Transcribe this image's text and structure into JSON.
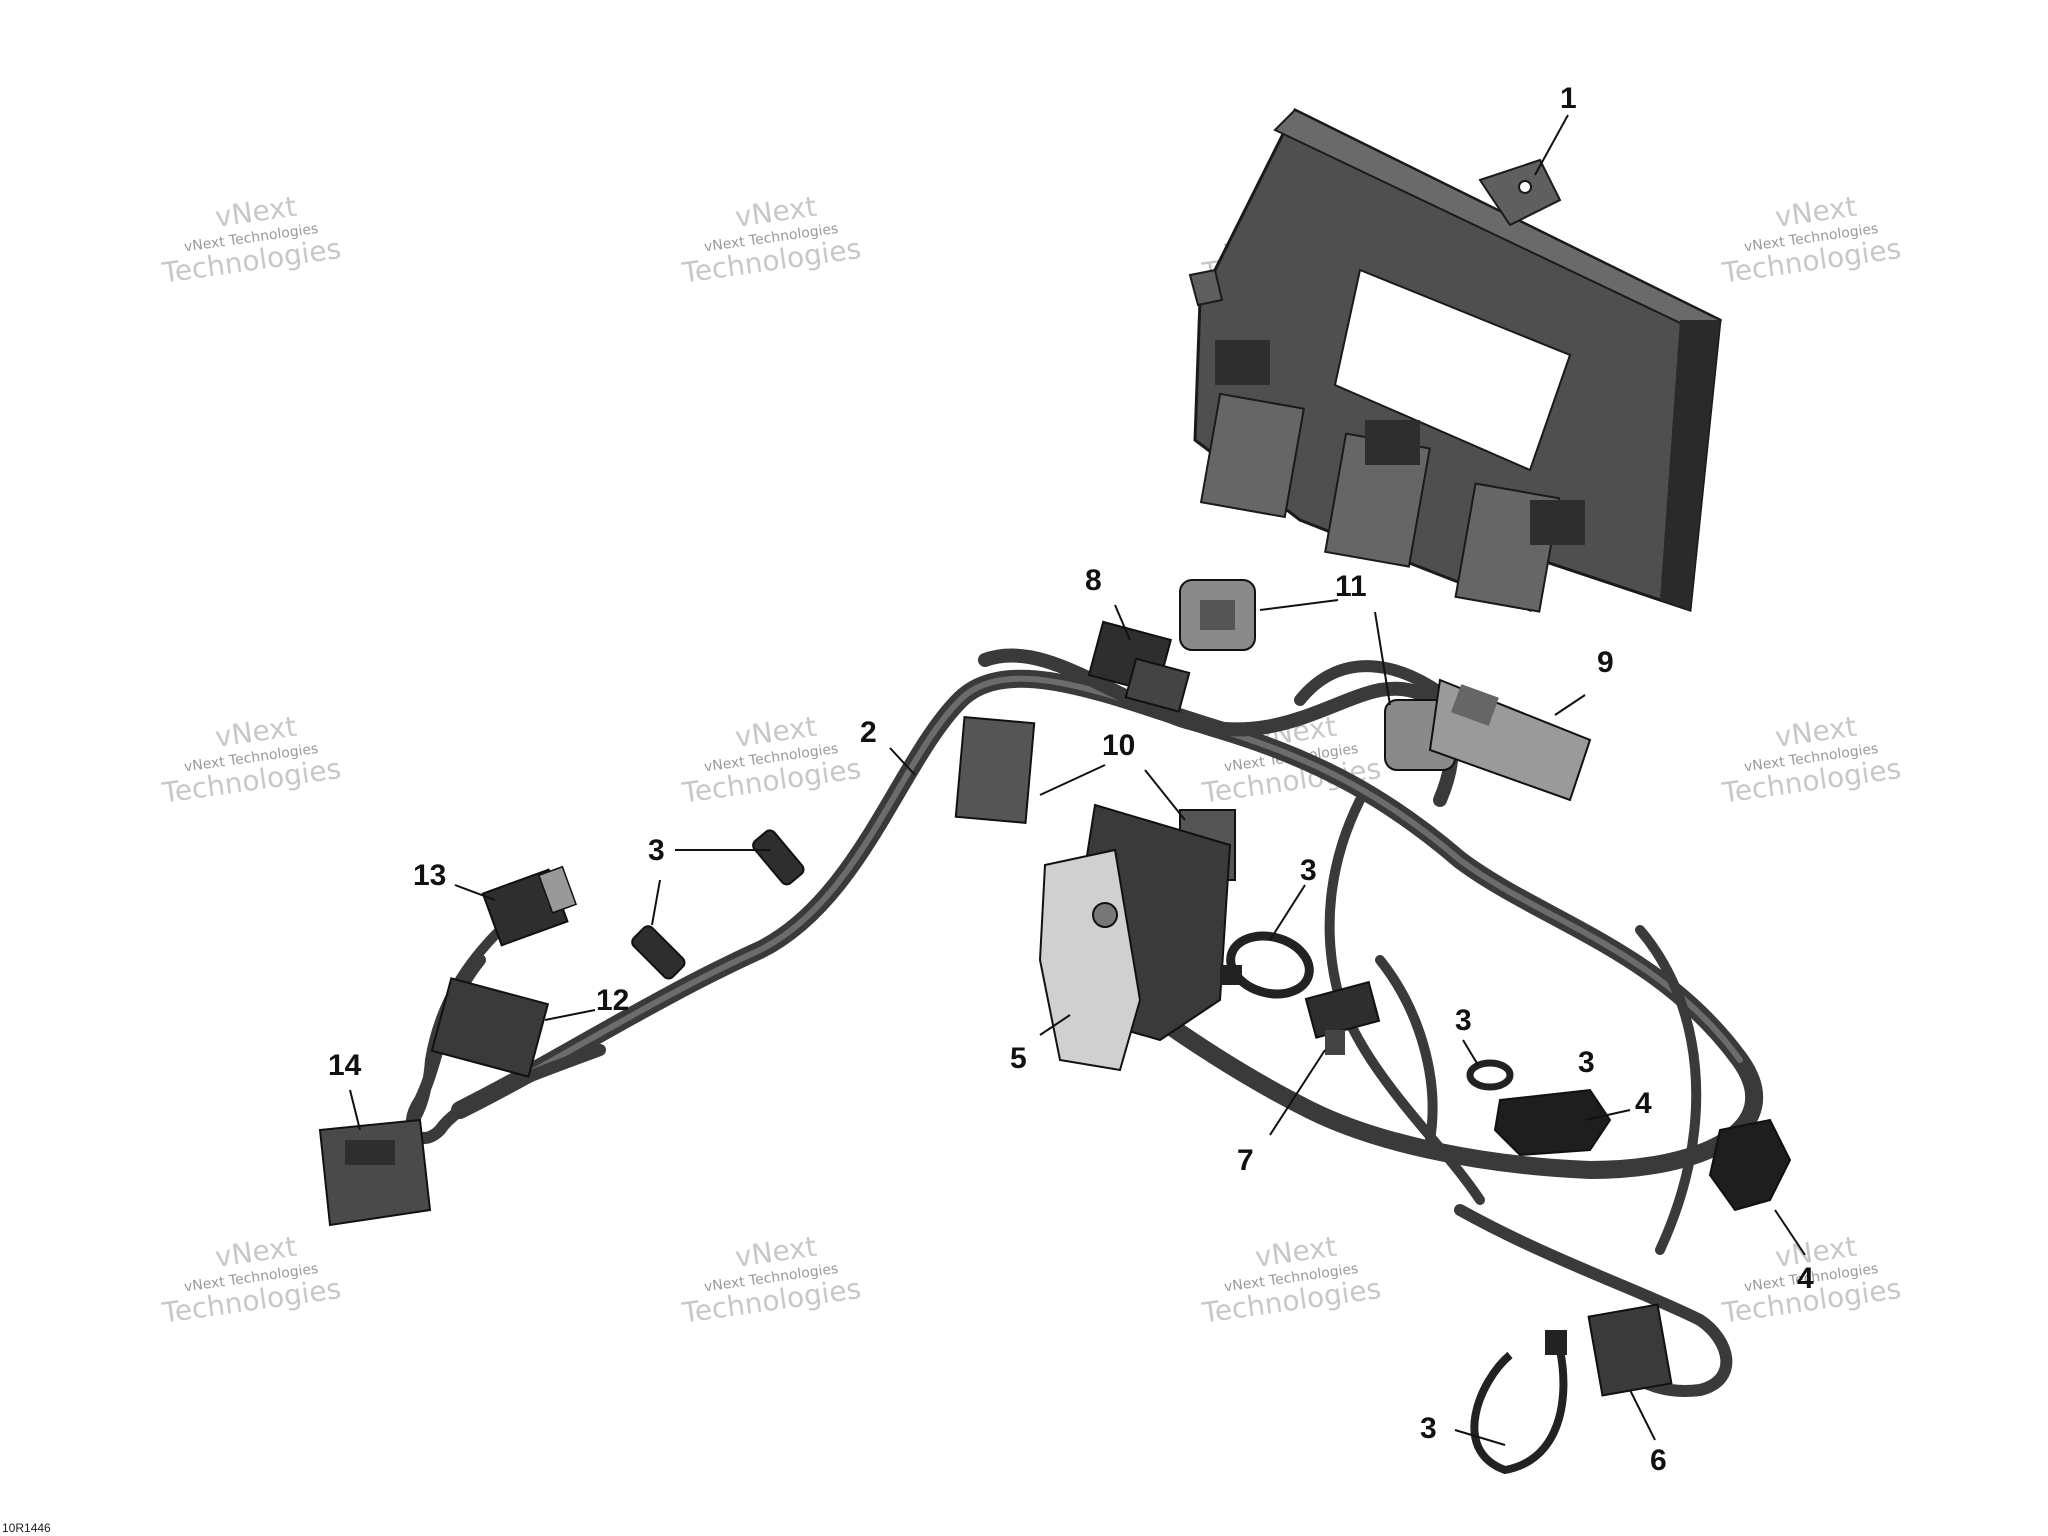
{
  "callouts": [
    "1",
    "2",
    "3",
    "3",
    "3",
    "3",
    "3",
    "4",
    "4",
    "5",
    "6",
    "7",
    "8",
    "9",
    "10",
    "11",
    "12",
    "13",
    "14"
  ],
  "watermark": {
    "line1": "vNext",
    "line2": "vNext Technologies",
    "line3": "Technologies"
  },
  "drawing_code": "10R1446",
  "colors": {
    "ink": "#111111",
    "harness": "#3a3a3a",
    "part_fill": "#5a5a5a",
    "part_dark": "#2e2e2e",
    "watermark": "#c8c8c8"
  }
}
